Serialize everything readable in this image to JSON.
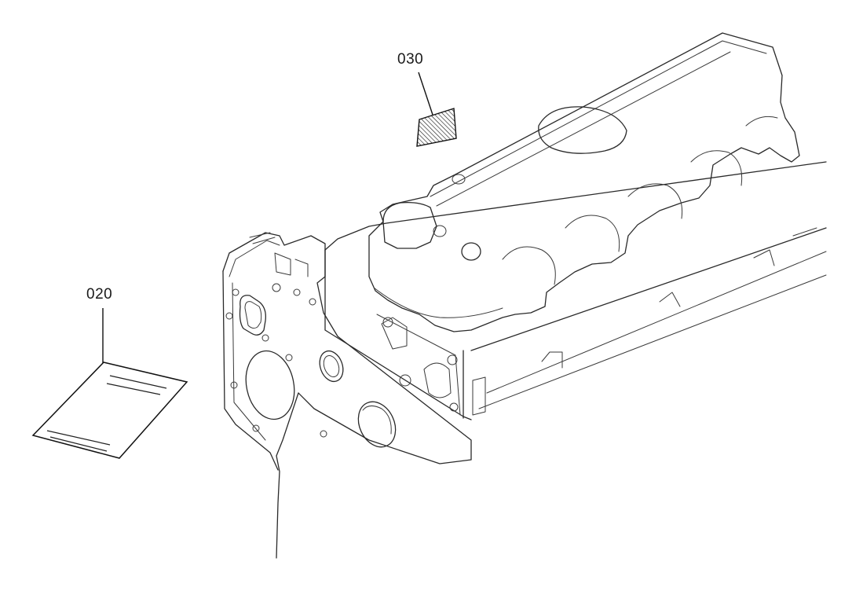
{
  "figure": {
    "subject": "engine-cylinder-head-exploded-view",
    "background_color": "#ffffff",
    "line_color": "#2a2a2a"
  },
  "callouts": [
    {
      "id": "030",
      "label": "030",
      "part": "label-plate"
    },
    {
      "id": "020",
      "label": "020",
      "part": "instruction-manual"
    }
  ]
}
